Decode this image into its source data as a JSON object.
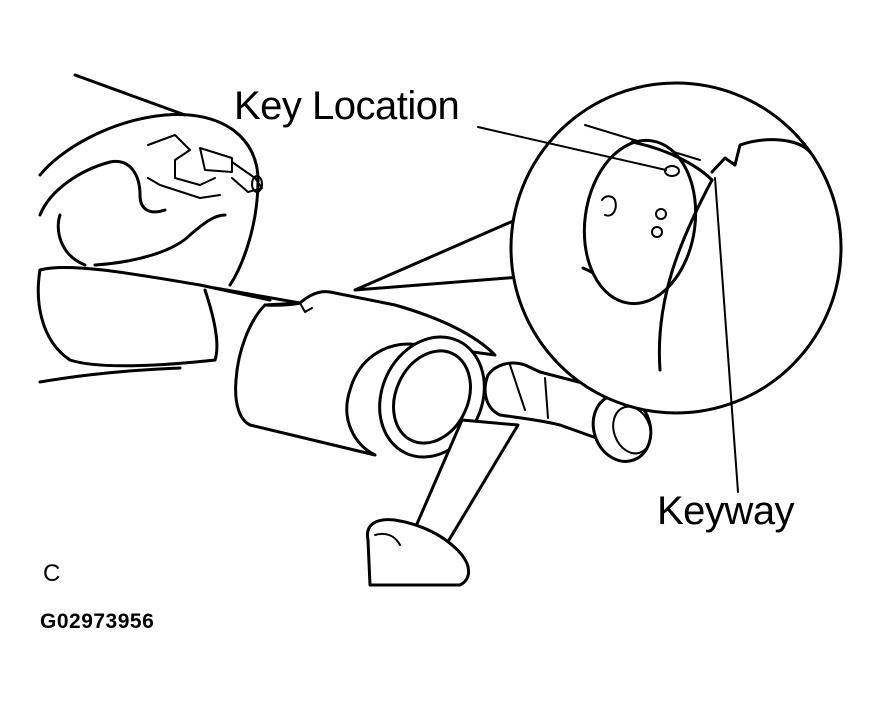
{
  "labels": {
    "key_location": "Key Location",
    "keyway": "Keyway",
    "view_letter": "C",
    "figure_code": "G02973956"
  },
  "colors": {
    "line": "#000000",
    "background": "#ffffff"
  }
}
